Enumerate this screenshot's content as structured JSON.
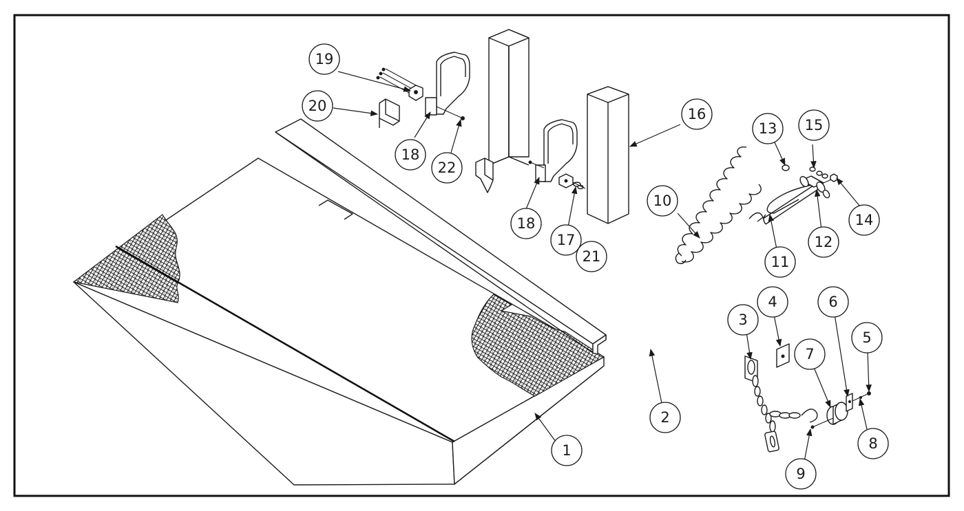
{
  "diagram": {
    "callouts": [
      {
        "id": "c1",
        "label": "1"
      },
      {
        "id": "c2",
        "label": "2"
      },
      {
        "id": "c3",
        "label": "3"
      },
      {
        "id": "c4",
        "label": "4"
      },
      {
        "id": "c5",
        "label": "5"
      },
      {
        "id": "c6",
        "label": "6"
      },
      {
        "id": "c7",
        "label": "7"
      },
      {
        "id": "c8",
        "label": "8"
      },
      {
        "id": "c9",
        "label": "9"
      },
      {
        "id": "c10",
        "label": "10"
      },
      {
        "id": "c11",
        "label": "11"
      },
      {
        "id": "c12",
        "label": "12"
      },
      {
        "id": "c13",
        "label": "13"
      },
      {
        "id": "c14",
        "label": "14"
      },
      {
        "id": "c15",
        "label": "15"
      },
      {
        "id": "c16",
        "label": "16"
      },
      {
        "id": "c17",
        "label": "17"
      },
      {
        "id": "c18a",
        "label": "18"
      },
      {
        "id": "c18b",
        "label": "18"
      },
      {
        "id": "c19",
        "label": "19"
      },
      {
        "id": "c20",
        "label": "20"
      },
      {
        "id": "c21",
        "label": "21"
      },
      {
        "id": "c22",
        "label": "22"
      }
    ]
  }
}
